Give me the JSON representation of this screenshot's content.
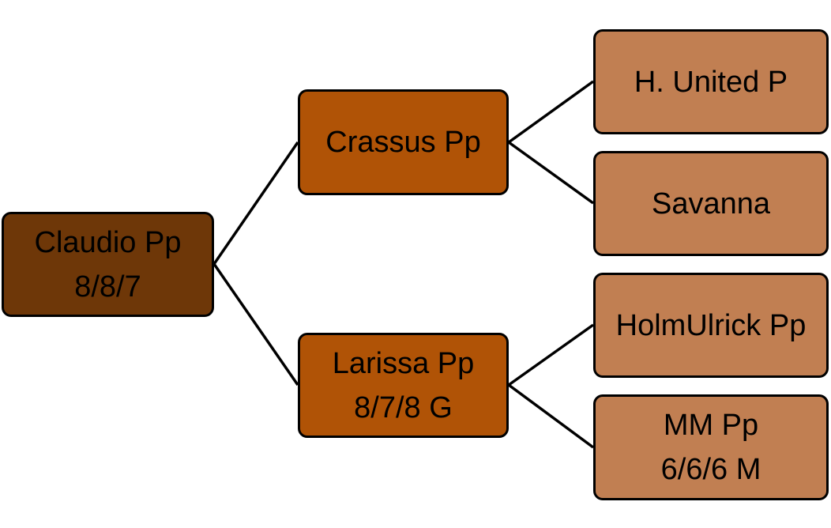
{
  "pedigree": {
    "subject": {
      "name": "Claudio Pp",
      "scores": "8/8/7",
      "fill": "#6e3708"
    },
    "sire": {
      "name": "Crassus Pp",
      "scores": "",
      "fill": "#b05306"
    },
    "dam": {
      "name": "Larissa Pp",
      "scores": "8/7/8 G",
      "fill": "#b05306"
    },
    "sire_sire": {
      "name": "H. United P",
      "scores": "",
      "fill": "#c17f52"
    },
    "sire_dam": {
      "name": "Savanna",
      "scores": "",
      "fill": "#c17f52"
    },
    "dam_sire": {
      "name": "HolmUlrick Pp",
      "scores": "",
      "fill": "#c17f52"
    },
    "dam_dam": {
      "name": "MM Pp",
      "scores": "6/6/6 M",
      "fill": "#c17f52"
    }
  }
}
